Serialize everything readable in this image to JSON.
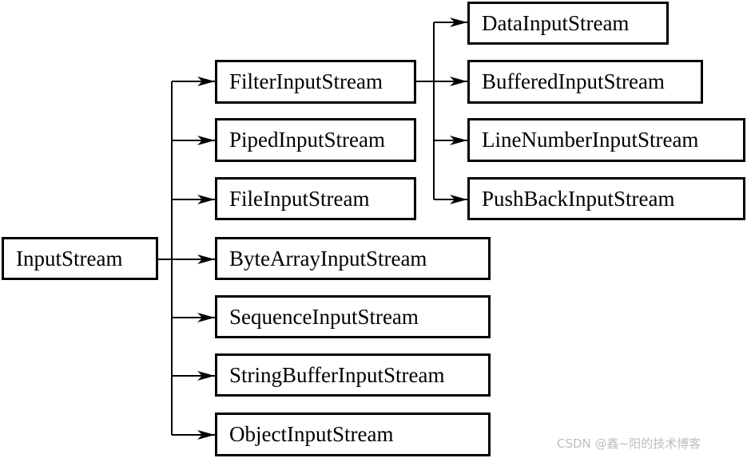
{
  "diagram": {
    "root": "InputStream",
    "children": [
      "FilterInputStream",
      "PipedInputStream",
      "FileInputStream",
      "ByteArrayInputStream",
      "SequenceInputStream",
      "StringBufferInputStream",
      "ObjectInputStream"
    ],
    "filter_children": [
      "DataInputStream",
      "BufferedInputStream",
      "LineNumberInputStream",
      "PushBackInputStream"
    ],
    "line_color": "#000000"
  },
  "watermark": "CSDN @鑫~阳的技术博客"
}
